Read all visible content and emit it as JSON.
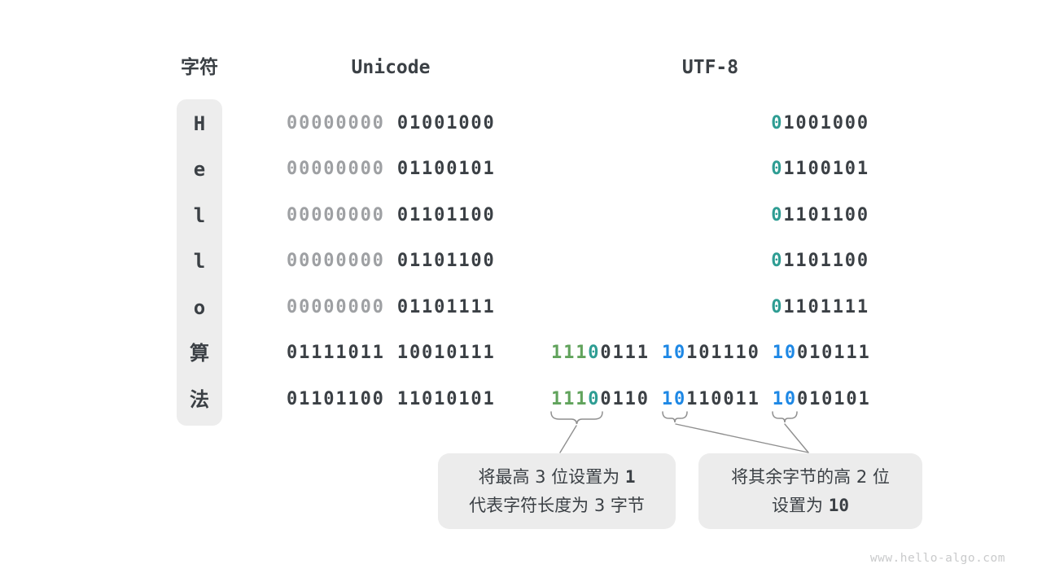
{
  "header": {
    "char": "字符",
    "unicode": "Unicode",
    "utf8": "UTF-8"
  },
  "colors": {
    "dark": "#3B4045",
    "gray_zeros": "#9EA0A3",
    "green_prefix": "#61A35C",
    "teal_bit": "#2E9D93",
    "blue_prefix": "#1E88E5",
    "panel_bg": "#EDEDED",
    "callout_bg": "#ECECEC"
  },
  "rows": [
    {
      "char": "H",
      "unicode": [
        {
          "t": "00000000",
          "c": "c-gray"
        },
        {
          "t": " 01001000",
          "c": "c-dark"
        }
      ],
      "utf8": [
        {
          "t": "0",
          "c": "c-teal"
        },
        {
          "t": "1001000",
          "c": "c-dark"
        }
      ]
    },
    {
      "char": "e",
      "unicode": [
        {
          "t": "00000000",
          "c": "c-gray"
        },
        {
          "t": " 01100101",
          "c": "c-dark"
        }
      ],
      "utf8": [
        {
          "t": "0",
          "c": "c-teal"
        },
        {
          "t": "1100101",
          "c": "c-dark"
        }
      ]
    },
    {
      "char": "l",
      "unicode": [
        {
          "t": "00000000",
          "c": "c-gray"
        },
        {
          "t": " 01101100",
          "c": "c-dark"
        }
      ],
      "utf8": [
        {
          "t": "0",
          "c": "c-teal"
        },
        {
          "t": "1101100",
          "c": "c-dark"
        }
      ]
    },
    {
      "char": "l",
      "unicode": [
        {
          "t": "00000000",
          "c": "c-gray"
        },
        {
          "t": " 01101100",
          "c": "c-dark"
        }
      ],
      "utf8": [
        {
          "t": "0",
          "c": "c-teal"
        },
        {
          "t": "1101100",
          "c": "c-dark"
        }
      ]
    },
    {
      "char": "o",
      "unicode": [
        {
          "t": "00000000",
          "c": "c-gray"
        },
        {
          "t": " 01101111",
          "c": "c-dark"
        }
      ],
      "utf8": [
        {
          "t": "0",
          "c": "c-teal"
        },
        {
          "t": "1101111",
          "c": "c-dark"
        }
      ]
    },
    {
      "char": "算",
      "unicode": [
        {
          "t": "01111011",
          "c": "c-dark"
        },
        {
          "t": " 10010111",
          "c": "c-dark"
        }
      ],
      "utf8": [
        {
          "t": "111",
          "c": "c-green"
        },
        {
          "t": "0",
          "c": "c-teal"
        },
        {
          "t": "0111 ",
          "c": "c-dark"
        },
        {
          "t": "10",
          "c": "c-blue"
        },
        {
          "t": "101110 ",
          "c": "c-dark"
        },
        {
          "t": "10",
          "c": "c-blue"
        },
        {
          "t": "010111",
          "c": "c-dark"
        }
      ]
    },
    {
      "char": "法",
      "unicode": [
        {
          "t": "01101100",
          "c": "c-dark"
        },
        {
          "t": " 11010101",
          "c": "c-dark"
        }
      ],
      "utf8": [
        {
          "t": "111",
          "c": "c-green"
        },
        {
          "t": "0",
          "c": "c-teal"
        },
        {
          "t": "0110 ",
          "c": "c-dark"
        },
        {
          "t": "10",
          "c": "c-blue"
        },
        {
          "t": "110011 ",
          "c": "c-dark"
        },
        {
          "t": "10",
          "c": "c-blue"
        },
        {
          "t": "010101",
          "c": "c-dark"
        }
      ]
    }
  ],
  "callouts": {
    "left": {
      "line1": [
        {
          "t": "将最高 3 位设置为 ",
          "c": "ct"
        },
        {
          "t": "1",
          "c": "ct num c-green"
        }
      ],
      "line2": [
        {
          "t": "代表字符长度为 3 字节",
          "c": "ct"
        }
      ]
    },
    "right": {
      "line1": [
        {
          "t": "将其余字节的高 2 位",
          "c": "ct"
        }
      ],
      "line2": [
        {
          "t": "设置为 ",
          "c": "ct"
        },
        {
          "t": "10",
          "c": "ct num c-blue"
        }
      ]
    }
  },
  "watermark": "www.hello-algo.com"
}
